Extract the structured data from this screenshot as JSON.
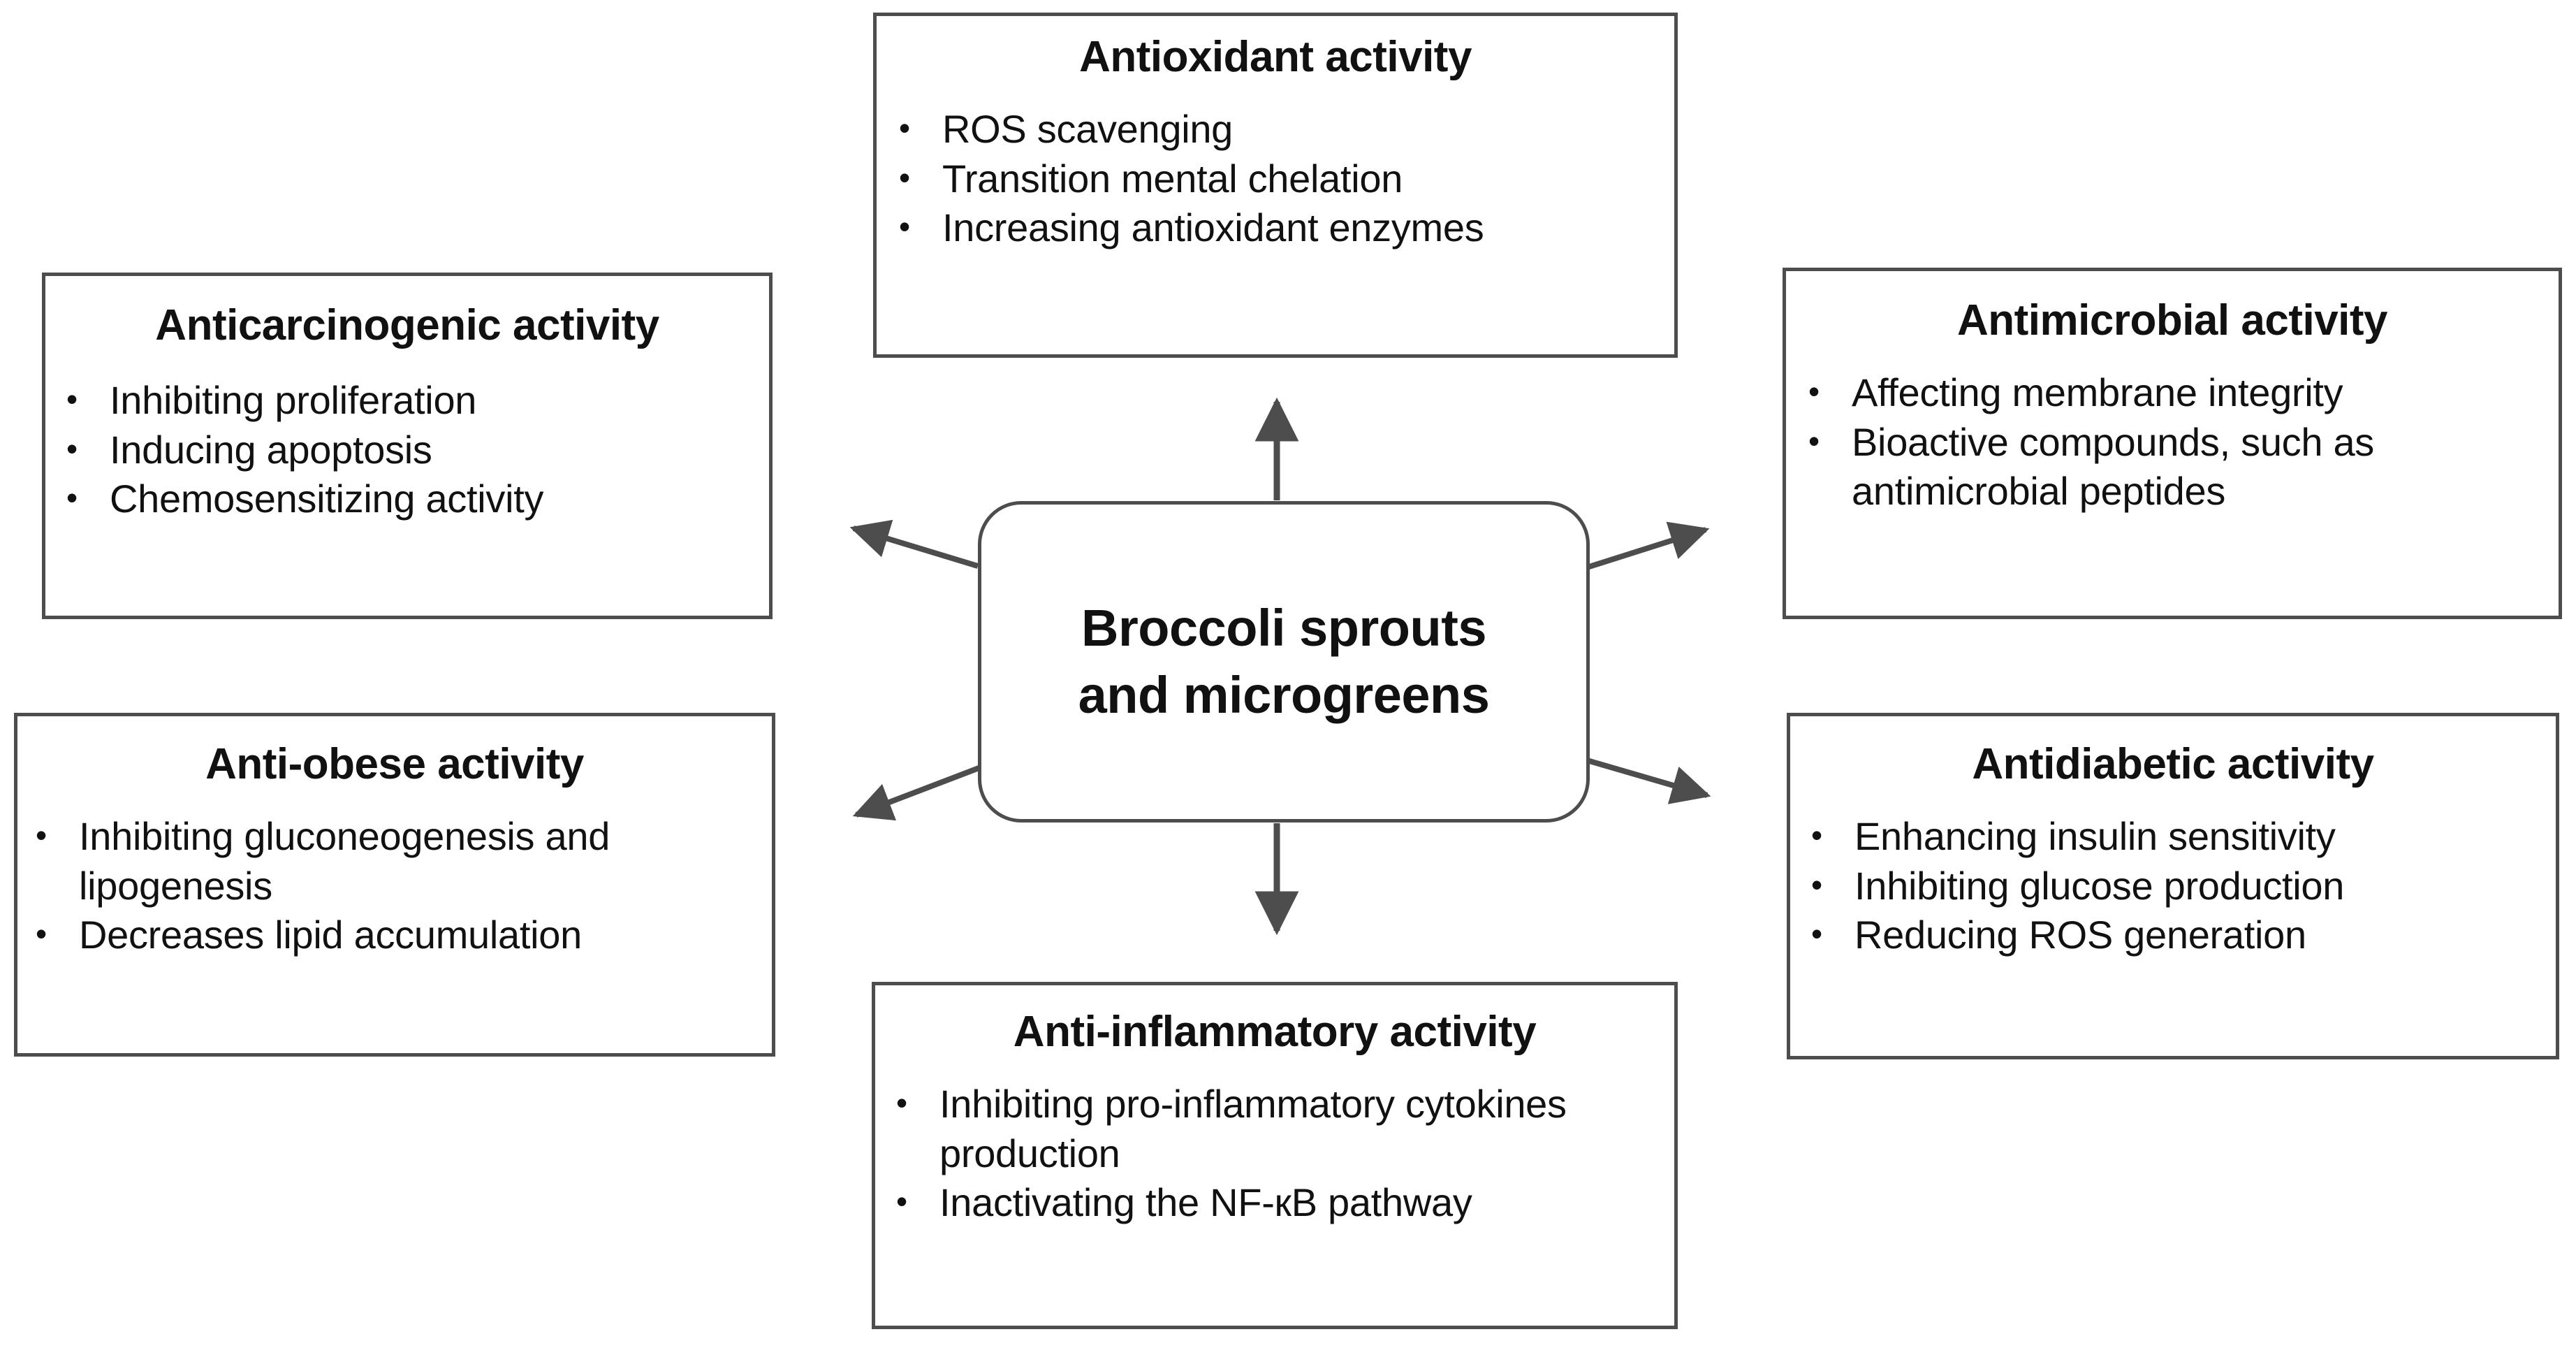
{
  "diagram": {
    "center": {
      "label_line1": "Broccoli sprouts",
      "label_line2": "and microgreens"
    },
    "boxes": [
      {
        "id": "antioxidant",
        "title": "Antioxidant activity",
        "bullets": [
          "ROS scavenging",
          "Transition mental chelation",
          "Increasing antioxidant enzymes"
        ]
      },
      {
        "id": "anticarcinogenic",
        "title": "Anticarcinogenic activity",
        "bullets": [
          "Inhibiting proliferation",
          "Inducing apoptosis",
          "Chemosensitizing activity"
        ]
      },
      {
        "id": "antimicrobial",
        "title": "Antimicrobial activity",
        "bullets": [
          "Affecting membrane integrity",
          "Bioactive compounds, such as antimicrobial peptides"
        ]
      },
      {
        "id": "antiobese",
        "title": "Anti-obese activity",
        "bullets": [
          "Inhibiting gluconeogenesis and lipogenesis",
          "Decreases lipid accumulation"
        ]
      },
      {
        "id": "antidiabetic",
        "title": "Antidiabetic activity",
        "bullets": [
          "Enhancing insulin sensitivity",
          "Inhibiting glucose production",
          "Reducing ROS generation"
        ]
      },
      {
        "id": "antiinflammatory",
        "title": "Anti-inflammatory activity",
        "bullets": [
          "Inhibiting pro-inflammatory cytokines production",
          "Inactivating the NF-кB pathway"
        ]
      }
    ],
    "bullet_glyph": "•",
    "colors": {
      "border": "#4d4d4d",
      "arrow": "#4d4d4d",
      "text": "#111111",
      "background": "#ffffff"
    },
    "arrows": [
      {
        "name": "arrow-center-to-anticarcinogenic",
        "direction": "up-left"
      },
      {
        "name": "arrow-center-to-antioxidant",
        "direction": "up"
      },
      {
        "name": "arrow-center-to-antimicrobial",
        "direction": "up-right"
      },
      {
        "name": "arrow-center-to-antiobese",
        "direction": "down-left"
      },
      {
        "name": "arrow-center-to-antiinflammatory",
        "direction": "down"
      },
      {
        "name": "arrow-center-to-antidiabetic",
        "direction": "down-right"
      }
    ]
  }
}
